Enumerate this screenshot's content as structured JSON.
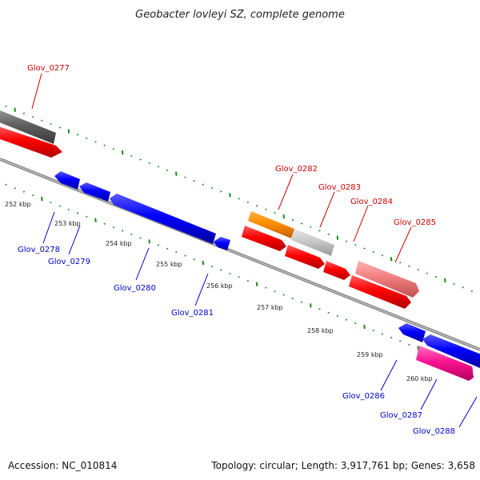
{
  "title": "Geobacter lovleyi SZ, complete genome",
  "footer": {
    "accession": "Accession: NC_010814",
    "summary": "Topology: circular; Length: 3,917,761 bp; Genes: 3,658"
  },
  "scale_labels": [
    "252 kbp",
    "253 kbp",
    "254 kbp",
    "255 kbp",
    "256 kbp",
    "257 kbp",
    "258 kbp",
    "259 kbp",
    "260 kbp"
  ],
  "upper_gene_labels": [
    "Glov_0277",
    "Glov_0282",
    "Glov_0283",
    "Glov_0284",
    "Glov_0285"
  ],
  "lower_gene_labels": [
    "Glov_0278",
    "Glov_0279",
    "Glov_0280",
    "Glov_0281",
    "Glov_0286",
    "Glov_0287",
    "Glov_0288"
  ],
  "colors": {
    "backbone": "#8a8a8a",
    "tick": "#1a8a1a",
    "forward_gene": "#ff0000",
    "reverse_gene": "#0000ff",
    "gray_gene": "#606060",
    "orange_gene": "#ff8c00",
    "light_gray_gene": "#c8c8c8",
    "salmon_gene": "#f08080",
    "magenta_gene": "#ff1493",
    "upper_label": "#cc0000",
    "lower_label": "#0000cc"
  }
}
